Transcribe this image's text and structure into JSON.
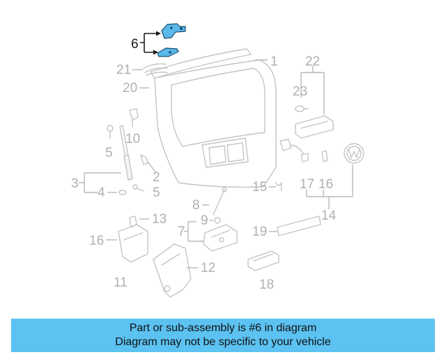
{
  "diagram": {
    "callouts": {
      "c1": "1",
      "c2": "2",
      "c3": "3",
      "c4": "4",
      "c5a": "5",
      "c5b": "5",
      "c6": "6",
      "c7": "7",
      "c8": "8",
      "c9": "9",
      "c10": "10",
      "c11": "11",
      "c12": "12",
      "c13": "13",
      "c14": "14",
      "c15": "15",
      "c16a": "16",
      "c16b": "16",
      "c17": "17",
      "c18": "18",
      "c19": "19",
      "c20": "20",
      "c21": "21",
      "c22": "22",
      "c23": "23"
    },
    "highlighted_part": "6",
    "colors": {
      "highlight_fill": "#5ab8ea",
      "highlight_stroke": "#1b4e6e",
      "line_art": "#c4c4c4",
      "label_gray": "#b0b0b0"
    }
  },
  "banner": {
    "line1": "Part or sub-assembly is #6 in diagram",
    "line2": "Diagram may not be specific to your vehicle",
    "background": "#5bc2f2"
  }
}
